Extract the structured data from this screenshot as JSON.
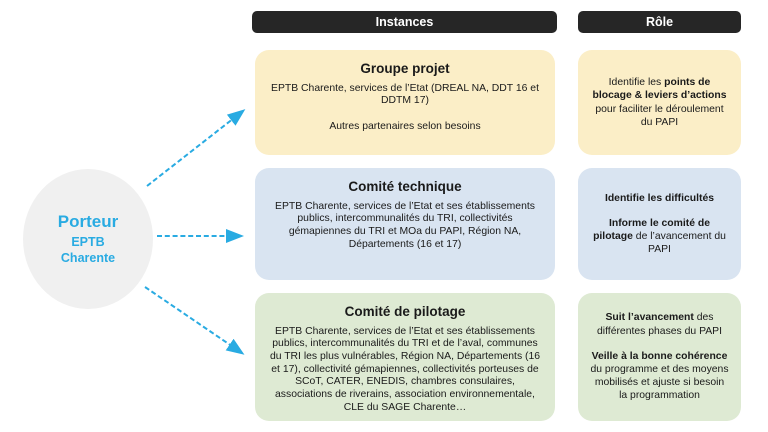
{
  "colors": {
    "header_bg": "#262626",
    "header_text": "#ffffff",
    "yellow": "#FBEEC7",
    "blue": "#D9E4F1",
    "green": "#DEEAD3",
    "circle": "#F0F0F0",
    "accent": "#29ABE2",
    "text": "#1a1a1a"
  },
  "headers": {
    "instances": "Instances",
    "role": "Rôle"
  },
  "porteur": {
    "line1": "Porteur",
    "line2": "EPTB",
    "line3": "Charente"
  },
  "rows": [
    {
      "instance": {
        "title": "Groupe projet",
        "paragraphs": [
          "EPTB Charente, services de l’Etat (DREAL NA, DDT 16 et DDTM 17)",
          "Autres partenaires selon besoins"
        ]
      },
      "role": {
        "paragraphs": [
          [
            {
              "t": "Identifie les ",
              "b": false
            },
            {
              "t": "points de blocage & leviers d’actions",
              "b": true
            },
            {
              "t": " pour faciliter le déroulement du PAPI",
              "b": false
            }
          ]
        ]
      }
    },
    {
      "instance": {
        "title": "Comité technique",
        "paragraphs": [
          "EPTB Charente, services de l’Etat et ses établissements publics, intercommunalités du TRI, collectivités gémapiennes du TRI et MOa du PAPI, Région NA, Départements (16 et 17)"
        ]
      },
      "role": {
        "paragraphs": [
          [
            {
              "t": "Identifie les difficultés",
              "b": true
            }
          ],
          [
            {
              "t": "Informe le comité de pilotage",
              "b": true
            },
            {
              "t": " de l’avancement du PAPI",
              "b": false
            }
          ]
        ]
      }
    },
    {
      "instance": {
        "title": "Comité de pilotage",
        "paragraphs": [
          "EPTB Charente, services de l’Etat et ses établissements publics, intercommunalités du TRI et de l’aval, communes du TRI les plus vulnérables, Région NA, Départements (16 et 17), collectivité gémapiennes, collectivités porteuses de SCoT, CATER, ENEDIS, chambres consulaires, associations de riverains, association environnementale, CLE du SAGE Charente…"
        ]
      },
      "role": {
        "paragraphs": [
          [
            {
              "t": "Suit l’avancement",
              "b": true
            },
            {
              "t": " des différentes phases du PAPI",
              "b": false
            }
          ],
          [
            {
              "t": "Veille à la bonne cohérence",
              "b": true
            },
            {
              "t": " du programme et des moyens mobilisés et ajuste si besoin la programmation",
              "b": false
            }
          ]
        ]
      }
    }
  ]
}
